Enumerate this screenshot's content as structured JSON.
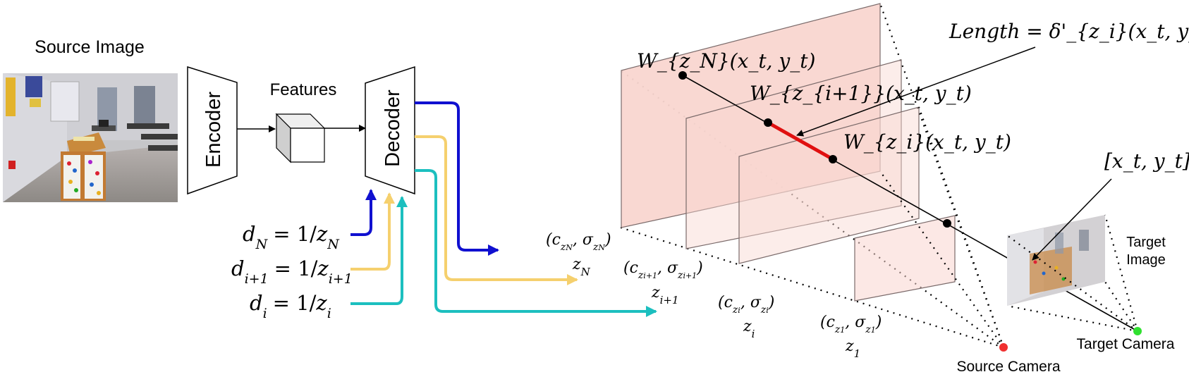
{
  "labels": {
    "source_image": "Source Image",
    "encoder": "Encoder",
    "features": "Features",
    "decoder": "Decoder",
    "target_image_line1": "Target",
    "target_image_line2": "Image",
    "source_camera": "Source Camera",
    "target_camera": "Target Camera"
  },
  "inputs": [
    {
      "lhs_base": "d",
      "lhs_sub": "N",
      "rhs": "= 1/",
      "rhs_base": "z",
      "rhs_sub": "N",
      "color": "#1010d0"
    },
    {
      "lhs_base": "d",
      "lhs_sub": "i+1",
      "rhs": "= 1/",
      "rhs_base": "z",
      "rhs_sub": "i+1",
      "color": "#f5d06e"
    },
    {
      "lhs_base": "d",
      "lhs_sub": "i",
      "rhs": "= 1/",
      "rhs_base": "z",
      "rhs_sub": "i",
      "color": "#1cbfbf"
    }
  ],
  "outputs": [
    {
      "c_sub": "z_N",
      "sigma_sub": "z_N",
      "z_sub": "N"
    },
    {
      "c_sub": "z_{i+1}",
      "sigma_sub": "z_{i+1}",
      "z_sub": "i+1"
    },
    {
      "c_sub": "z_i",
      "sigma_sub": "z_i",
      "z_sub": "i"
    },
    {
      "c_sub": "z_1",
      "sigma_sub": "z_1",
      "z_sub": "1"
    }
  ],
  "plane_labels": {
    "wN": "W_{z_N}(x_t, y_t)",
    "wi1": "W_{z_{i+1}}(x_t, y_t)",
    "wi": "W_{z_i}(x_t, y_t)"
  },
  "length_label": "Length = δ'_{z_i}(x_t, y_t)",
  "target_point_label": "[x_t, y_t]^T",
  "colors": {
    "plane_fill": "#f9d6d0",
    "plane_stroke": "#7a6a6a",
    "segment": "#e01010",
    "source_camera": "#f03030",
    "target_camera": "#30e030",
    "blue": "#1010d0",
    "yellow": "#f5d06e",
    "cyan": "#1cbfbf"
  },
  "icons": {
    "source_photo": "classroom-photo",
    "target_photo": "classroom-photo-warped",
    "features": "feature-cube-icon"
  }
}
